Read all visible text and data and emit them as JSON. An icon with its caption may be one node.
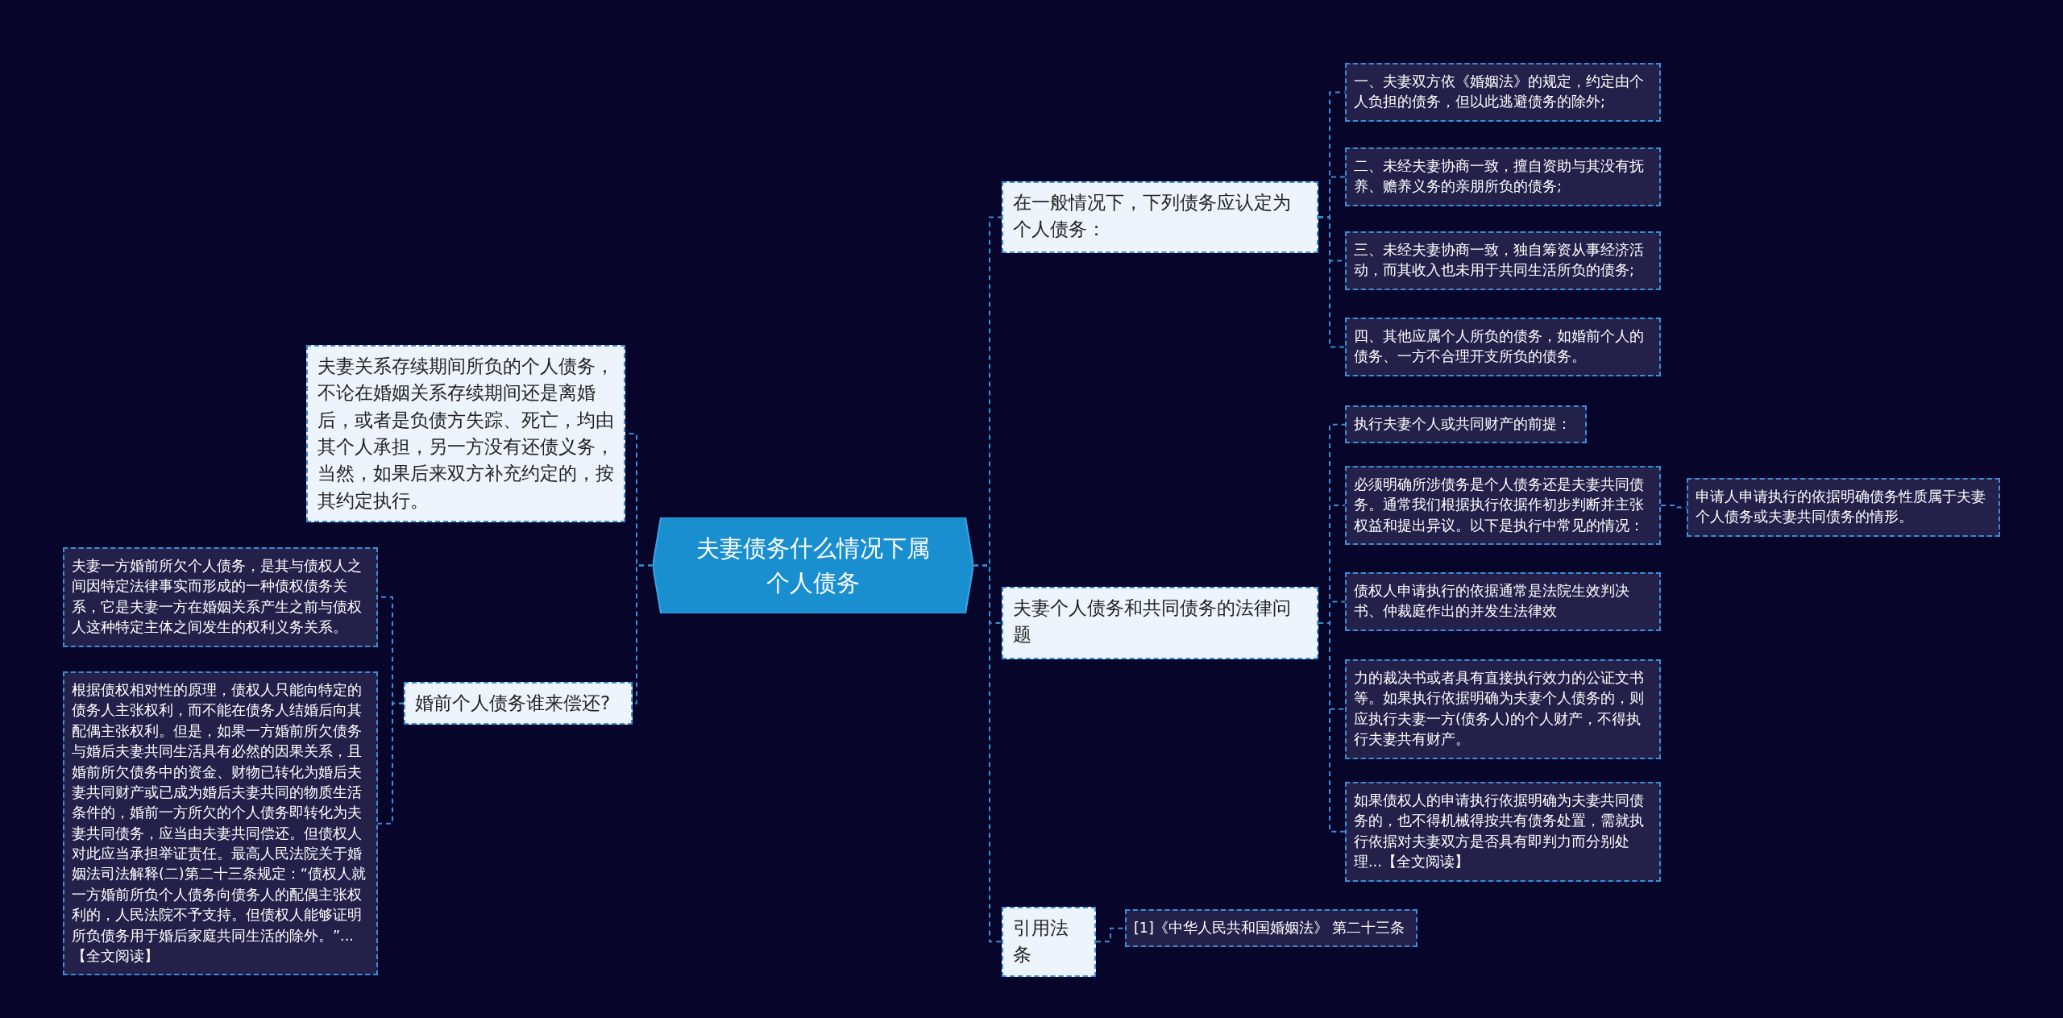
{
  "diagram": {
    "nodes": [
      {
        "text": [
          "夫妻债务什么情况下属个人债务"
        ]
      },
      {
        "text": [
          "夫妻关系存续期间所负的个人债务，不论在婚姻关系存续期间还是离婚后，或者是负债方失踪、死亡，均由其个人承担，另一方没有还债义务，当然，如果后来双方补充约定的，按其约定执行。"
        ]
      },
      {
        "text": [
          "婚前个人债务谁来偿还?"
        ]
      },
      {
        "text": [
          "夫妻一方婚前所欠个人债务，是其与债权人之间因特定法律事实而形成的一种债权债务关系，它是夫妻一方在婚姻关系产生之前与债权人这种特定主体之间发生的权利义务关系。"
        ]
      },
      {
        "text": [
          "根据债权相对性的原理，债权人只能向特定的债务人主张权利，而不能在债务人结婚后向其配偶主张权利。但是，如果一方婚前所欠债务与婚后夫妻共同生活具有必然的因果关系，且婚前所欠债务中的资金、财物已转化为婚后夫妻共同财产或已成为婚后夫妻共同的物质生活条件的，婚前一方所欠的个人债务即转化为夫妻共同债务，应当由夫妻共同偿还。但债权人对此应当承担举证责任。最高人民法院关于婚姻法司法解释(二)第二十三条规定：“债权人就一方婚前所负个人债务向债务人的配偶主张权利的，人民法院不予支持。但债权人能够证明所负债务用于婚后家庭共同生活的除外。”...【全文阅读】"
        ]
      },
      {
        "text": [
          "在一般情况下，下列债务应认定为个人债务："
        ]
      },
      {
        "text": [
          "一、夫妻双方依《婚姻法》的规定，约定由个人负担的债务，但以此逃避债务的除外;"
        ]
      },
      {
        "text": [
          "二、未经夫妻协商一致，擅自资助与其没有抚养、赡养义务的亲朋所负的债务;"
        ]
      },
      {
        "text": [
          "三、未经夫妻协商一致，独自筹资从事经济活动，而其收入也未用于共同生活所负的债务;"
        ]
      },
      {
        "text": [
          "四、其他应属个人所负的债务，如婚前个人的债务、一方不合理开支所负的债务。"
        ]
      },
      {
        "text": [
          "夫妻个人债务和共同债务的法律问题"
        ]
      },
      {
        "text": [
          "执行夫妻个人或共同财产的前提："
        ]
      },
      {
        "text": [
          "必须明确所涉债务是个人债务还是夫妻共同债务。通常我们根据执行依据作初步判断并主张权益和提出异议。以下是执行中常见的情况："
        ]
      },
      {
        "text": [
          "申请人申请执行的依据明确债务性质属于夫妻个人债务或夫妻共同债务的情形。"
        ]
      },
      {
        "text": [
          "债权人申请执行的依据通常是法院生效判决书、仲裁庭作出的并发生法律效"
        ]
      },
      {
        "text": [
          "力的裁决书或者具有直接执行效力的公证文书等。如果执行依据明确为夫妻个人债务的，则应执行夫妻一方(债务人)的个人财产，不得执行夫妻共有财产。"
        ]
      },
      {
        "text": [
          "如果债权人的申请执行依据明确为夫妻共同债务的，也不得机械得按共有债务处置，需就执行依据对夫妻双方是否具有即判力而分别处理...【全文阅读】"
        ]
      },
      {
        "text": [
          "引用法条"
        ]
      },
      {
        "text": [
          "[1]《中华人民共和国婚姻法》 第二十三条"
        ]
      }
    ],
    "edges": [
      {
        "from": 0,
        "to": 1,
        "arrow": "none"
      },
      {
        "from": 0,
        "to": 2,
        "arrow": "none"
      },
      {
        "from": 2,
        "to": 3,
        "arrow": "none"
      },
      {
        "from": 2,
        "to": 4,
        "arrow": "none"
      },
      {
        "from": 0,
        "to": 5,
        "arrow": "none"
      },
      {
        "from": 5,
        "to": 6,
        "arrow": "none"
      },
      {
        "from": 5,
        "to": 7,
        "arrow": "none"
      },
      {
        "from": 5,
        "to": 8,
        "arrow": "none"
      },
      {
        "from": 5,
        "to": 9,
        "arrow": "none"
      },
      {
        "from": 0,
        "to": 10,
        "arrow": "none"
      },
      {
        "from": 10,
        "to": 11,
        "arrow": "none"
      },
      {
        "from": 10,
        "to": 12,
        "arrow": "none"
      },
      {
        "from": 12,
        "to": 13,
        "arrow": "none"
      },
      {
        "from": 10,
        "to": 14,
        "arrow": "none"
      },
      {
        "from": 10,
        "to": 15,
        "arrow": "none"
      },
      {
        "from": 10,
        "to": 16,
        "arrow": "none"
      },
      {
        "from": 0,
        "to": 17,
        "arrow": "none"
      },
      {
        "from": 17,
        "to": 18,
        "arrow": "none"
      }
    ]
  }
}
